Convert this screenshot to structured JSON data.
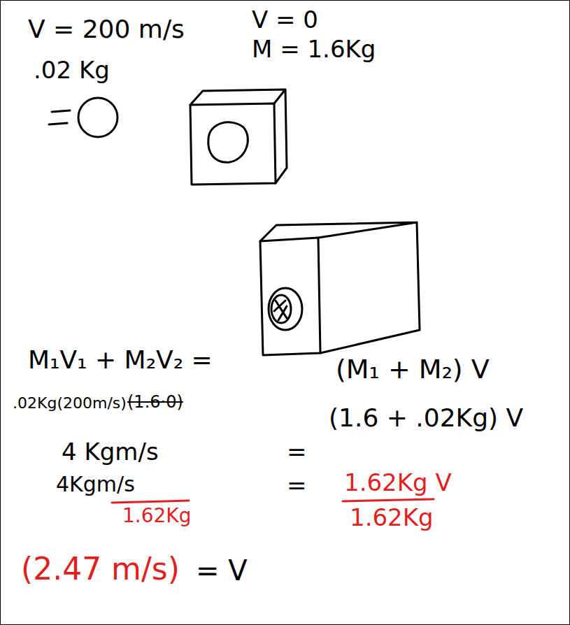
{
  "diagram": {
    "labels": [
      "V = 200 m/s",
      ".02 Kg",
      "V = 0",
      "M = 1.6Kg",
      "M₁V₁ + M₂V₂ =",
      ".02Kg(200m/s)",
      "(1.6·0)",
      "(M₁ + M₂) V",
      "(1.6 + .02Kg) V",
      "4 Kgm/s",
      "=",
      "4Kgm/s",
      "1.62Kg",
      "=",
      "1.62Kg V",
      "1.62Kg",
      "(2.47 m/s)",
      "= V"
    ]
  }
}
